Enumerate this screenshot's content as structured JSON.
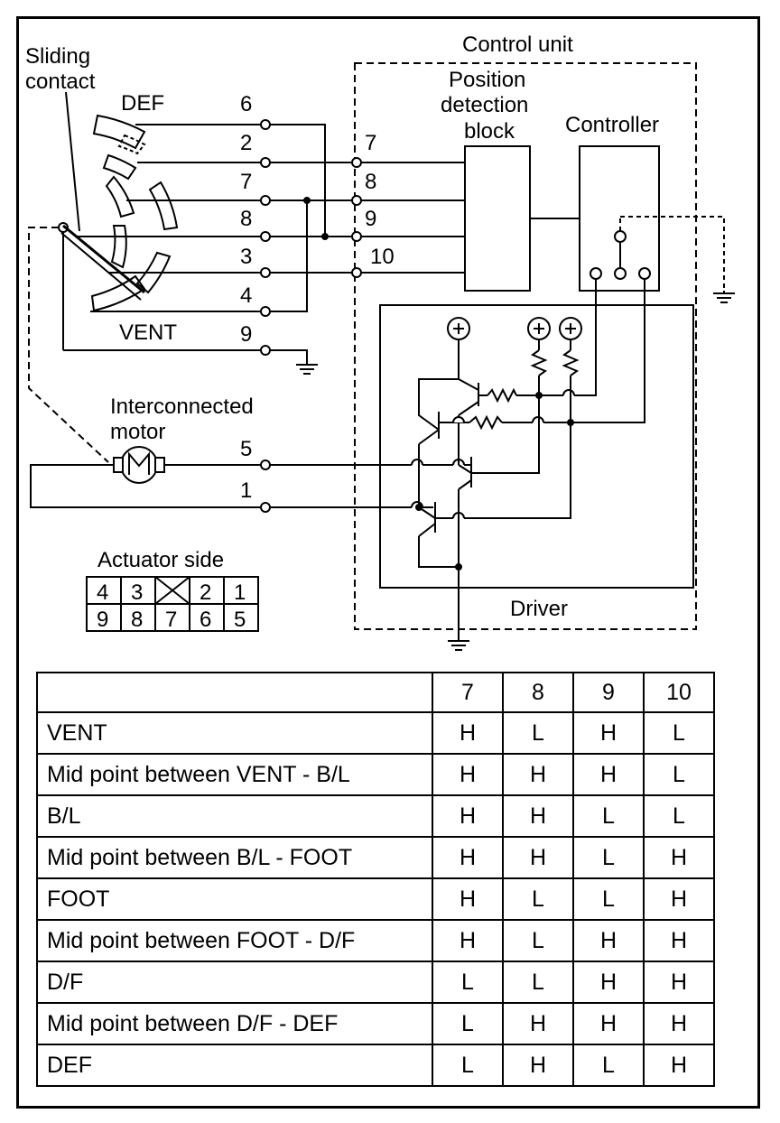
{
  "labels": {
    "control_unit": "Control unit",
    "sliding_line1": "Sliding",
    "sliding_line2": "contact",
    "def": "DEF",
    "vent": "VENT",
    "position_line1": "Position",
    "position_line2": "detection",
    "position_line3": "block",
    "controller": "Controller",
    "motor_line1": "Interconnected",
    "motor_line2": "motor",
    "driver": "Driver",
    "actuator_side": "Actuator side"
  },
  "actuator_pins": {
    "top": [
      "4",
      "3",
      "",
      "2",
      "1"
    ],
    "bottom": [
      "9",
      "8",
      "7",
      "6",
      "5"
    ]
  },
  "actuator_terminals": [
    "6",
    "2",
    "7",
    "8",
    "3",
    "4",
    "9",
    "5",
    "1"
  ],
  "control_terminals": [
    "7",
    "8",
    "9",
    "10"
  ],
  "table": {
    "columns": [
      "7",
      "8",
      "9",
      "10"
    ],
    "rows": [
      {
        "mode": "VENT",
        "values": [
          "H",
          "L",
          "H",
          "L"
        ]
      },
      {
        "mode": "Mid point between VENT - B/L",
        "values": [
          "H",
          "H",
          "H",
          "L"
        ]
      },
      {
        "mode": "B/L",
        "values": [
          "H",
          "H",
          "L",
          "L"
        ]
      },
      {
        "mode": "Mid point between B/L - FOOT",
        "values": [
          "H",
          "H",
          "L",
          "H"
        ]
      },
      {
        "mode": "FOOT",
        "values": [
          "H",
          "L",
          "L",
          "H"
        ]
      },
      {
        "mode": "Mid point between FOOT - D/F",
        "values": [
          "H",
          "L",
          "H",
          "H"
        ]
      },
      {
        "mode": "D/F",
        "values": [
          "L",
          "L",
          "H",
          "H"
        ]
      },
      {
        "mode": "Mid point between D/F - DEF",
        "values": [
          "L",
          "H",
          "H",
          "H"
        ]
      },
      {
        "mode": "DEF",
        "values": [
          "L",
          "H",
          "L",
          "H"
        ]
      }
    ]
  }
}
